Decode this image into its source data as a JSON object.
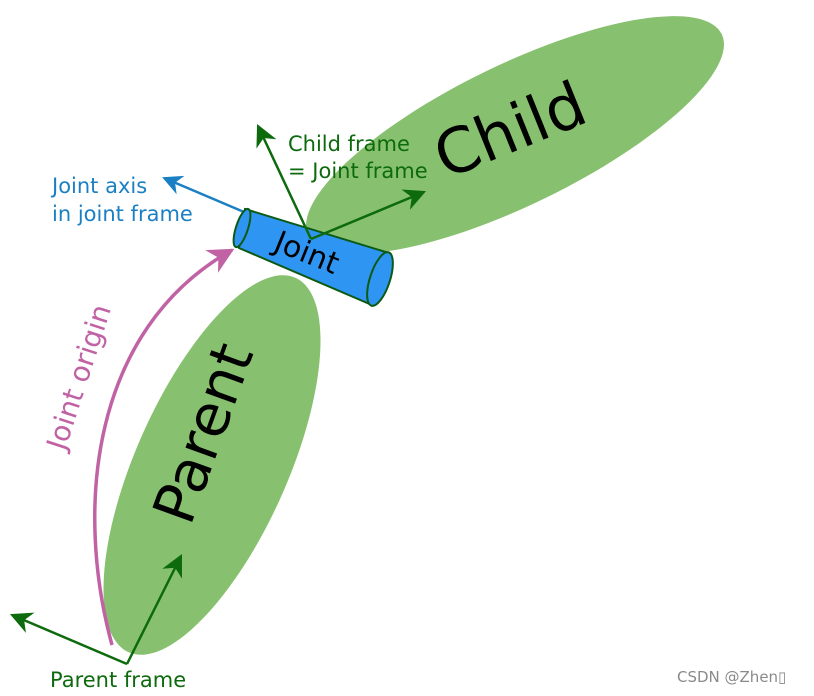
{
  "labels": {
    "child": "Child",
    "parent": "Parent",
    "joint": "Joint",
    "child_frame_line1": "Child frame",
    "child_frame_line2": "= Joint frame",
    "joint_axis_line1": "Joint axis",
    "joint_axis_line2": "in joint frame",
    "joint_origin": "Joint origin",
    "parent_frame": "Parent frame"
  },
  "watermark": "CSDN @Zhen▯",
  "colors": {
    "link_green": "#87c06e",
    "frame_green": "#0d6a0d",
    "axis_blue": "#1b7fc4",
    "joint_blue": "#2f95f2",
    "joint_outline": "#0b5a14",
    "origin_pink": "#c062a4",
    "text_black": "#000000"
  }
}
